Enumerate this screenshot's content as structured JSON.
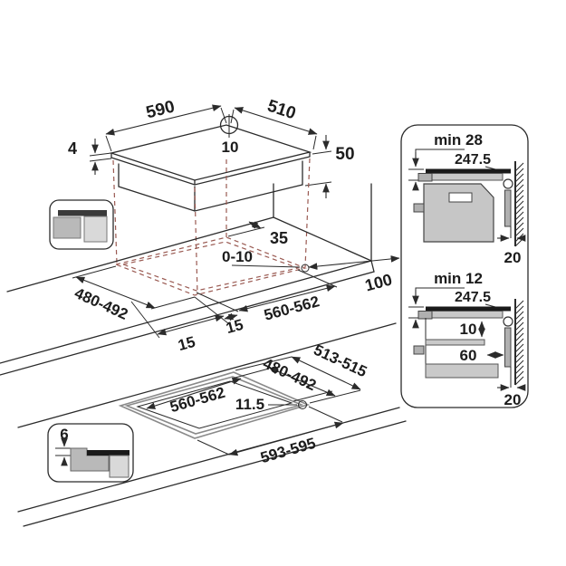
{
  "title": "Hob installation dimensions diagram",
  "colors": {
    "line": "#2b2b2b",
    "projection_dashed": "#9a5a52",
    "glass_black": "#1a1a1a",
    "gray_mid": "#b9b9b9",
    "gray_light": "#d9d9d9",
    "appliance_gray": "#c6c6c6"
  },
  "hob_view": {
    "width": "590",
    "depth": "510",
    "rear_center_offset": "10",
    "glass_thickness": "4",
    "body_height": "50"
  },
  "surface_cutout_view": {
    "rear_clearance": "35",
    "front_clearance": "0-10",
    "cutout_depth": "480-492",
    "margin_left": "15",
    "margin_front": "15",
    "cutout_width": "560-562",
    "side_clearance": "100"
  },
  "flush_cutout_view": {
    "recess_depth": "513-515",
    "cutout_depth": "480-492",
    "cutout_width": "560-562",
    "ledge_width": "11.5",
    "recess_width": "593-595"
  },
  "flush_mount_icon": {
    "recess_depth": "6"
  },
  "clearance_panel": {
    "oven_section": {
      "min_clearance": "min 28",
      "hob_depth": "247.5",
      "wall_gap": "20"
    },
    "drawer_section": {
      "min_clearance": "min 12",
      "hob_depth": "247.5",
      "shelf_gap": "10",
      "shelf_clearance": "60",
      "wall_gap": "20"
    }
  }
}
